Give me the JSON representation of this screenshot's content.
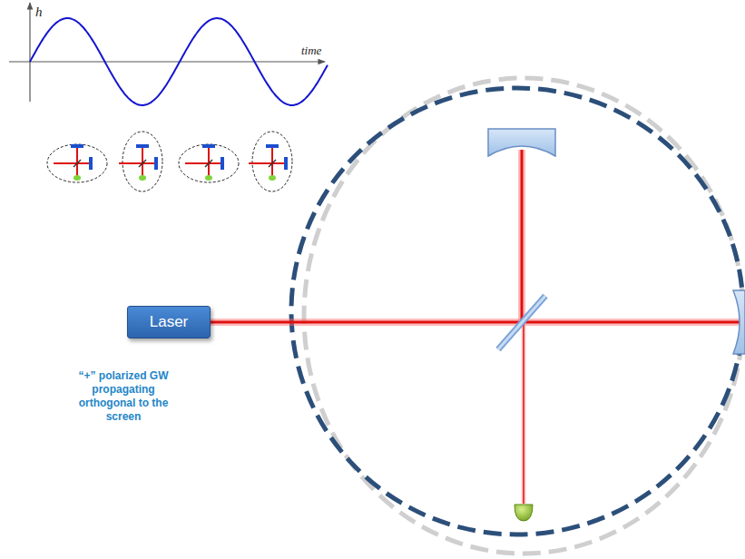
{
  "diagram": {
    "nodes": [
      {
        "text": [
          "Laser"
        ]
      }
    ],
    "labels": [
      "h",
      "time",
      "“+” polarized GW propagating orthogonal to the screen"
    ]
  }
}
